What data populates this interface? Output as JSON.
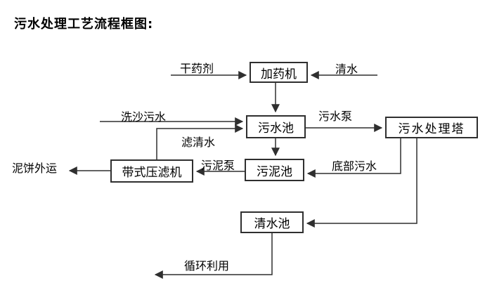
{
  "title": "污水处理工艺流程框图:",
  "colors": {
    "line": "#2f2f2f",
    "box_border": "#2f2f2f",
    "text": "#000000",
    "background": "#ffffff"
  },
  "nodes": {
    "dosing_machine": {
      "label": "加药机"
    },
    "sewage_pool": {
      "label": "污水池"
    },
    "treatment_tower": {
      "label": "污水处理塔"
    },
    "sludge_pool": {
      "label": "污泥池"
    },
    "belt_filter_press": {
      "label": "带式压滤机"
    },
    "clean_water_pool": {
      "label": "清水池"
    }
  },
  "edge_labels": {
    "dry_chemical": "干药剂",
    "clean_water": "清水",
    "sand_washing_sewage": "洗沙污水",
    "sewage_pump": "污水泵",
    "filtered_water": "滤清水",
    "sludge_pump": "污泥泵",
    "bottom_sewage": "底部污水",
    "mud_cake_out": "泥饼外运",
    "recycling": "循环利用"
  }
}
